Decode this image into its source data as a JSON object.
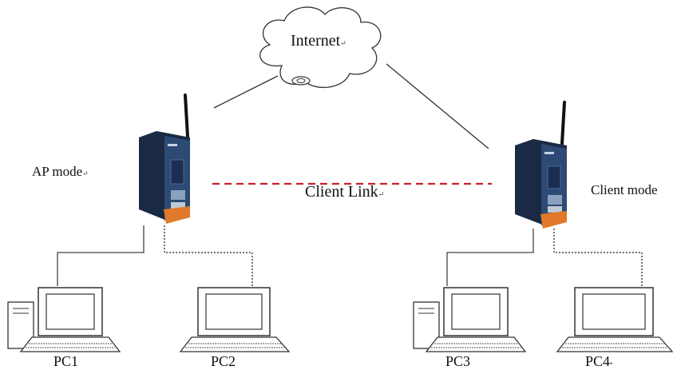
{
  "labels": {
    "internet": "Internet",
    "ap_mode": "AP mode",
    "client_mode": "Client mode",
    "client_link": "Client Link",
    "pc1": "PC1",
    "pc2": "PC2",
    "pc3": "PC3",
    "pc4": "PC4"
  },
  "marks": {
    "return": "↵",
    "pc4_dot": "•"
  },
  "colors": {
    "link": "#cc1f2e",
    "line": "#333333",
    "device_body": "#1b2a44",
    "device_front": "#2c4a73",
    "device_accent": "#e07a2a"
  }
}
